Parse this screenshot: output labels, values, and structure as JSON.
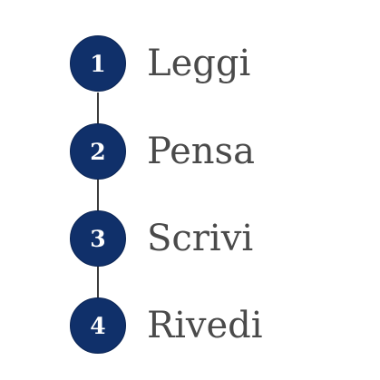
{
  "theme": {
    "accent": "#10306a",
    "label_color": "#4a4a4a",
    "connector_color": "#3c3c3c"
  },
  "steps": [
    {
      "number": "1",
      "label": "Leggi"
    },
    {
      "number": "2",
      "label": "Pensa"
    },
    {
      "number": "3",
      "label": "Scrivi"
    },
    {
      "number": "4",
      "label": "Rivedi"
    }
  ]
}
